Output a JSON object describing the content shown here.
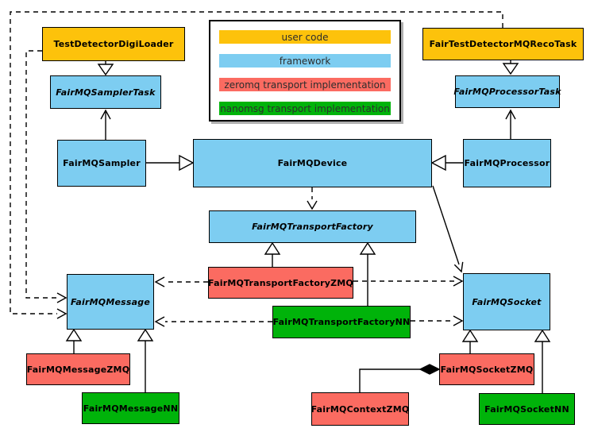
{
  "legend": {
    "items": [
      {
        "label": "user code",
        "color": "#FDC20B"
      },
      {
        "label": "framework",
        "color": "#7DCDF1"
      },
      {
        "label": "zeromq transport implementation",
        "color": "#FB6B61"
      },
      {
        "label": "nanomsg transport implementation",
        "color": "#00B30A"
      }
    ]
  },
  "colors": {
    "user_code": "#FDC20B",
    "framework": "#7DCDF1",
    "zeromq": "#FB6B61",
    "nanomsg": "#00B30A",
    "border": "#000000",
    "background": "#ffffff"
  },
  "nodes": {
    "digi_loader": {
      "label": "TestDetectorDigiLoader",
      "category": "user code",
      "abstract": false,
      "color": "#FDC20B"
    },
    "reco_task": {
      "label": "FairTestDetectorMQRecoTask",
      "category": "user code",
      "abstract": false,
      "color": "#FDC20B"
    },
    "sampler_task": {
      "label": "FairMQSamplerTask",
      "category": "framework",
      "abstract": true,
      "color": "#7DCDF1"
    },
    "processor_task": {
      "label": "FairMQProcessorTask",
      "category": "framework",
      "abstract": true,
      "color": "#7DCDF1"
    },
    "sampler": {
      "label": "FairMQSampler",
      "category": "framework",
      "abstract": false,
      "color": "#7DCDF1"
    },
    "device": {
      "label": "FairMQDevice",
      "category": "framework",
      "abstract": false,
      "color": "#7DCDF1"
    },
    "processor": {
      "label": "FairMQProcessor",
      "category": "framework",
      "abstract": false,
      "color": "#7DCDF1"
    },
    "transport_factory": {
      "label": "FairMQTransportFactory",
      "category": "framework",
      "abstract": true,
      "color": "#7DCDF1"
    },
    "tf_zmq": {
      "label": "FairMQTransportFactoryZMQ",
      "category": "zeromq transport implementation",
      "abstract": false,
      "color": "#FB6B61"
    },
    "tf_nn": {
      "label": "FairMQTransportFactoryNN",
      "category": "nanomsg transport implementation",
      "abstract": false,
      "color": "#00B30A"
    },
    "message": {
      "label": "FairMQMessage",
      "category": "framework",
      "abstract": true,
      "color": "#7DCDF1"
    },
    "socket": {
      "label": "FairMQSocket",
      "category": "framework",
      "abstract": true,
      "color": "#7DCDF1"
    },
    "message_zmq": {
      "label": "FairMQMessageZMQ",
      "category": "zeromq transport implementation",
      "abstract": false,
      "color": "#FB6B61"
    },
    "message_nn": {
      "label": "FairMQMessageNN",
      "category": "nanomsg transport implementation",
      "abstract": false,
      "color": "#00B30A"
    },
    "socket_zmq": {
      "label": "FairMQSocketZMQ",
      "category": "zeromq transport implementation",
      "abstract": false,
      "color": "#FB6B61"
    },
    "context_zmq": {
      "label": "FairMQContextZMQ",
      "category": "zeromq transport implementation",
      "abstract": false,
      "color": "#FB6B61"
    },
    "socket_nn": {
      "label": "FairMQSocketNN",
      "category": "nanomsg transport implementation",
      "abstract": false,
      "color": "#00B30A"
    }
  },
  "relationships": [
    {
      "from": "TestDetectorDigiLoader",
      "to": "FairMQSamplerTask",
      "type": "inheritance"
    },
    {
      "from": "FairTestDetectorMQRecoTask",
      "to": "FairMQProcessorTask",
      "type": "inheritance"
    },
    {
      "from": "FairMQSampler",
      "to": "FairMQDevice",
      "type": "inheritance"
    },
    {
      "from": "FairMQProcessor",
      "to": "FairMQDevice",
      "type": "inheritance"
    },
    {
      "from": "FairMQSampler",
      "to": "FairMQSamplerTask",
      "type": "association"
    },
    {
      "from": "FairMQProcessor",
      "to": "FairMQProcessorTask",
      "type": "association"
    },
    {
      "from": "FairMQDevice",
      "to": "FairMQTransportFactory",
      "type": "dependency"
    },
    {
      "from": "FairMQDevice",
      "to": "FairMQSocket",
      "type": "association"
    },
    {
      "from": "TestDetectorDigiLoader",
      "to": "FairMQMessage",
      "type": "dependency"
    },
    {
      "from": "FairTestDetectorMQRecoTask",
      "to": "FairMQMessage",
      "type": "dependency"
    },
    {
      "from": "FairMQTransportFactoryZMQ",
      "to": "FairMQTransportFactory",
      "type": "inheritance"
    },
    {
      "from": "FairMQTransportFactoryNN",
      "to": "FairMQTransportFactory",
      "type": "inheritance"
    },
    {
      "from": "FairMQTransportFactoryZMQ",
      "to": "FairMQMessage",
      "type": "dependency"
    },
    {
      "from": "FairMQTransportFactoryZMQ",
      "to": "FairMQSocket",
      "type": "dependency"
    },
    {
      "from": "FairMQTransportFactoryNN",
      "to": "FairMQMessage",
      "type": "dependency"
    },
    {
      "from": "FairMQTransportFactoryNN",
      "to": "FairMQSocket",
      "type": "dependency"
    },
    {
      "from": "FairMQMessageZMQ",
      "to": "FairMQMessage",
      "type": "inheritance"
    },
    {
      "from": "FairMQMessageNN",
      "to": "FairMQMessage",
      "type": "inheritance"
    },
    {
      "from": "FairMQSocketZMQ",
      "to": "FairMQSocket",
      "type": "inheritance"
    },
    {
      "from": "FairMQSocketNN",
      "to": "FairMQSocket",
      "type": "inheritance"
    },
    {
      "from": "FairMQContextZMQ",
      "to": "FairMQSocketZMQ",
      "type": "composition"
    }
  ]
}
